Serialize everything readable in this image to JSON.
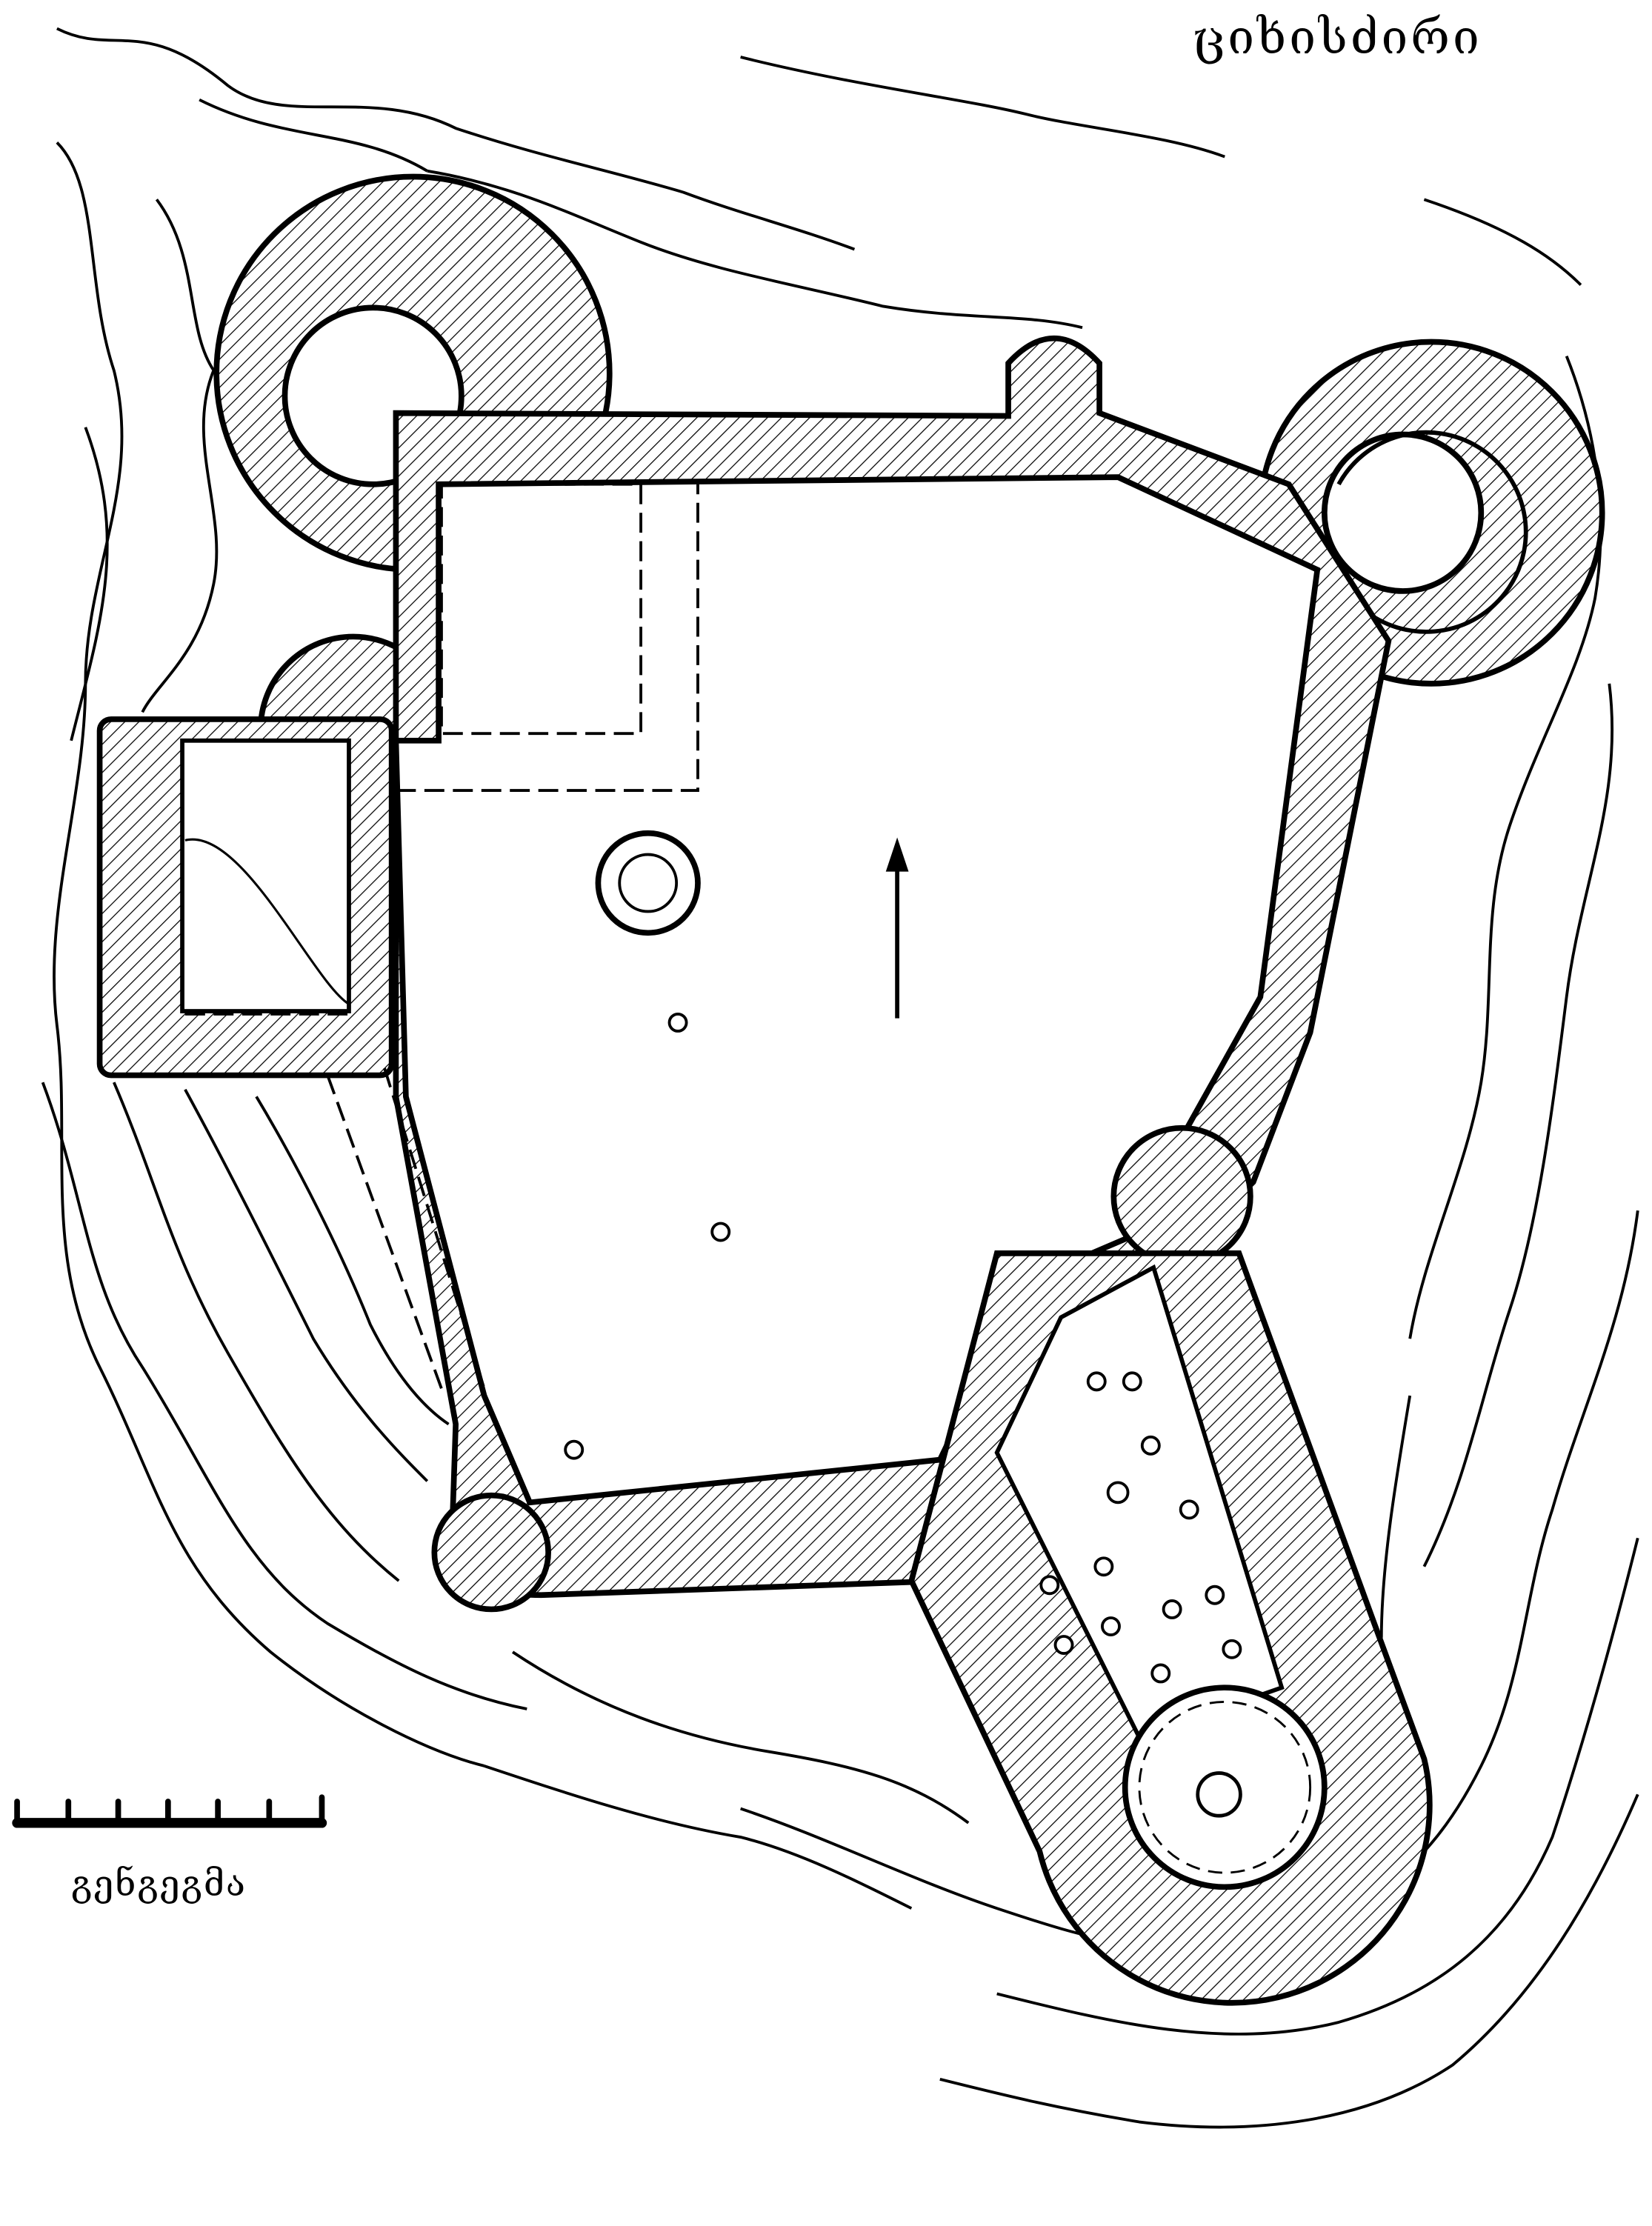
{
  "title": "ციხისძირი",
  "plan_label": "გენგეგმა",
  "scale_bar": {
    "divisions": 6
  },
  "colors": {
    "ink": "#000000",
    "paper": "#ffffff"
  },
  "icons": {
    "north_arrow": "north-arrow-icon"
  }
}
